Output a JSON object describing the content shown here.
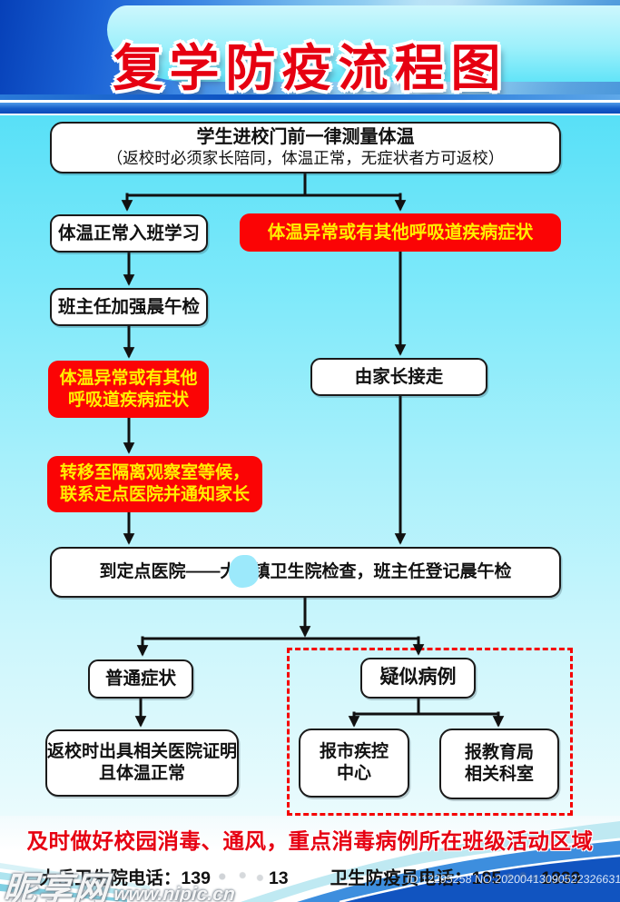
{
  "title": "复学防疫流程图",
  "flow": {
    "entry_line1": "学生进校门前一律测量体温",
    "entry_line2": "（返校时必须家长陪同，体温正常，无症状者方可返校）",
    "normal_study": "体温正常入班学习",
    "abnormal_top": "体温异常或有其他呼吸道疾病症状",
    "morning_check": "班主任加强晨午检",
    "abnormal_left_line1": "体温异常或有其他",
    "abnormal_left_line2": "呼吸道疾病症状",
    "transfer_line1": "转移至隔离观察室等候，",
    "transfer_line2": "联系定点医院并通知家长",
    "parent_pickup": "由家长接走",
    "hospital_prefix": "到定点医院——大",
    "hospital_suffix": "镇卫生院检查，班主任登记晨午检",
    "common_symptom": "普通症状",
    "suspected_case": "疑似病例",
    "certificate_line1": "返校时出具相关医院证明",
    "certificate_line2": "且体温正常",
    "report_cdc_line1": "报市疾控",
    "report_cdc_line2": "中心",
    "report_edu_line1": "报教育局",
    "report_edu_line2": "相关科室"
  },
  "footer": {
    "notice": "及时做好校园消毒、通风，重点消毒病例所在班级活动区域",
    "phone1_label": "大岳卫生院电话：",
    "phone1_visible_start": "139",
    "phone1_visible_end": "13",
    "phone2_label": "卫生防疫员电话：",
    "phone2_visible_start": "185",
    "phone2_visible_end": "1839"
  },
  "watermark": {
    "site_name": "昵享网",
    "site_url": "www.nipic.cn",
    "id_text": "ID:12295258 NO:20200413090522326631"
  },
  "colors": {
    "flow_bg_top": "#58e0f7",
    "flow_bg_bottom": "#eafbfd",
    "title_red": "#e60011",
    "notice_red": "#e60012",
    "red_box_bg": "#fb0405",
    "red_box_text": "#ffef00",
    "box_bg": "#ffffff",
    "box_border": "#1a1a1a",
    "dashed_border_red": "#f50000",
    "header_deep_blue": "#0640b8",
    "header_cyan_panel": "#62e4f8",
    "stripe_blue": "#155cc8",
    "wave_deep_blue": "#1154c0",
    "wave_mid_blue": "#3d8ede",
    "wave_light_cyan": "#8fd2ea"
  }
}
